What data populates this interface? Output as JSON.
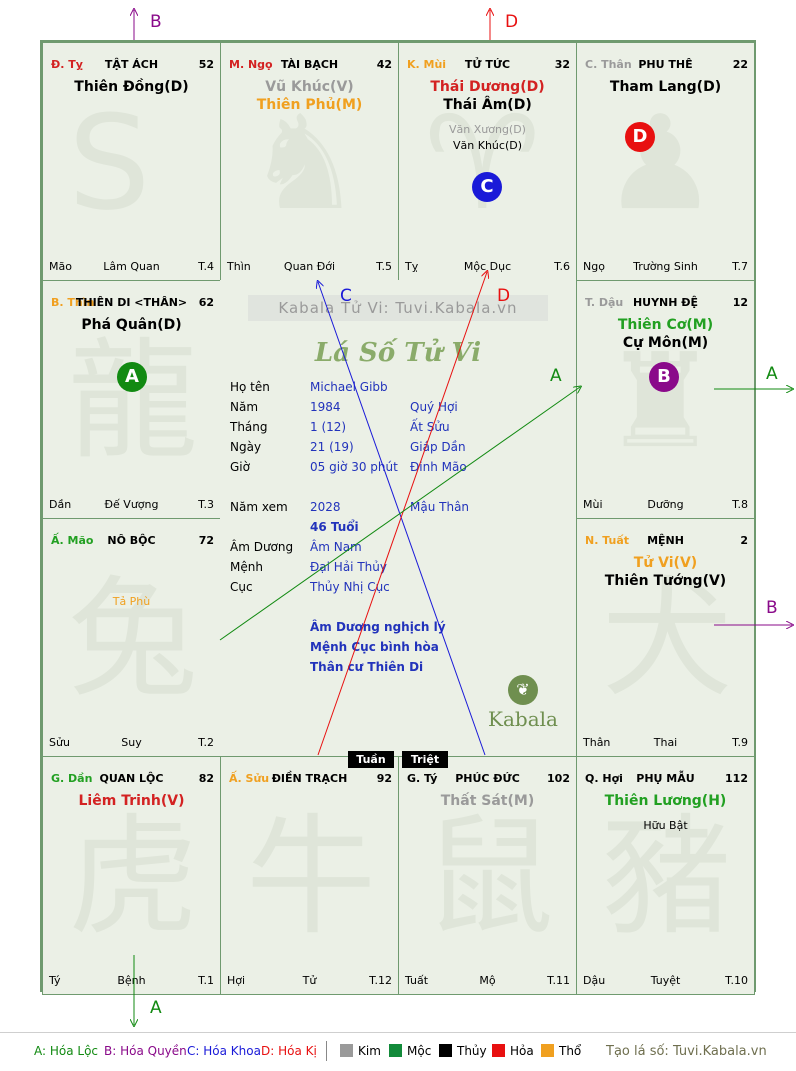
{
  "palaces": [
    {
      "branch": "Đ. Tỵ",
      "branch_color": "#d32222",
      "name": "TẬT ÁCH",
      "num": "52",
      "col": 0,
      "row": 0,
      "stars": [
        {
          "t": "Thiên Đồng(D)",
          "c": "#000",
          "k": "main"
        }
      ],
      "foot": [
        "Mão",
        "Lâm Quan",
        "T.4"
      ],
      "ghost": "S"
    },
    {
      "branch": "M. Ngọ",
      "branch_color": "#d32222",
      "name": "TÀI BẠCH",
      "num": "42",
      "col": 1,
      "row": 0,
      "stars": [
        {
          "t": "Vũ Khúc(V)",
          "c": "#9a9a9a",
          "k": "main"
        },
        {
          "t": "Thiên Phủ(M)",
          "c": "#f0a020",
          "k": "main"
        }
      ],
      "foot": [
        "Thìn",
        "Quan Đới",
        "T.5"
      ],
      "ghost": "♞"
    },
    {
      "branch": "K. Mùi",
      "branch_color": "#f0a020",
      "name": "TỬ TỨC",
      "num": "32",
      "col": 2,
      "row": 0,
      "stars": [
        {
          "t": "Thái Dương(D)",
          "c": "#d32222",
          "k": "main"
        },
        {
          "t": "Thái Âm(D)",
          "c": "#000",
          "k": "main"
        },
        {
          "t": "Văn Xương(D)",
          "c": "#9a9a9a",
          "k": "minor"
        },
        {
          "t": "Văn Khúc(D)",
          "c": "#000",
          "k": "minor"
        }
      ],
      "foot": [
        "Tỵ",
        "Mộc Dục",
        "T.6"
      ],
      "ghost": "♈"
    },
    {
      "branch": "C. Thân",
      "branch_color": "#9a9a9a",
      "name": "PHU THÊ",
      "num": "22",
      "col": 3,
      "row": 0,
      "stars": [
        {
          "t": "Tham Lang(D)",
          "c": "#000",
          "k": "main"
        }
      ],
      "foot": [
        "Ngọ",
        "Trường Sinh",
        "T.7"
      ],
      "ghost": "♟"
    },
    {
      "branch": "B. Thìn",
      "branch_color": "#f0a020",
      "name": "THIÊN DI <THÂN>",
      "num": "62",
      "col": 0,
      "row": 1,
      "stars": [
        {
          "t": "Phá Quân(D)",
          "c": "#000",
          "k": "main"
        }
      ],
      "foot": [
        "Dần",
        "Đế Vượng",
        "T.3"
      ],
      "ghost": "龍"
    },
    {
      "branch": "T. Dậu",
      "branch_color": "#9a9a9a",
      "name": "HUYNH ĐỆ",
      "num": "12",
      "col": 3,
      "row": 1,
      "stars": [
        {
          "t": "Thiên Cơ(M)",
          "c": "#22a022",
          "k": "main"
        },
        {
          "t": "Cự Môn(M)",
          "c": "#000",
          "k": "main"
        }
      ],
      "foot": [
        "Mùi",
        "Dưỡng",
        "T.8"
      ],
      "ghost": "♜"
    },
    {
      "branch": "Ấ. Mão",
      "branch_color": "#22a022",
      "name": "NÔ BỘC",
      "num": "72",
      "col": 0,
      "row": 2,
      "stars": [
        {
          "t": "Tả Phù",
          "c": "#f0a020",
          "k": "minor"
        }
      ],
      "foot": [
        "Sửu",
        "Suy",
        "T.2"
      ],
      "ghost": "兔"
    },
    {
      "branch": "N. Tuất",
      "branch_color": "#f0a020",
      "name": "MỆNH",
      "num": "2",
      "col": 3,
      "row": 2,
      "stars": [
        {
          "t": "Tử Vi(V)",
          "c": "#f0a020",
          "k": "main"
        },
        {
          "t": "Thiên Tướng(V)",
          "c": "#000",
          "k": "main"
        }
      ],
      "foot": [
        "Thân",
        "Thai",
        "T.9"
      ],
      "ghost": "犬"
    },
    {
      "branch": "G. Dần",
      "branch_color": "#22a022",
      "name": "QUAN LỘC",
      "num": "82",
      "col": 0,
      "row": 3,
      "stars": [
        {
          "t": "Liêm Trinh(V)",
          "c": "#d32222",
          "k": "main"
        }
      ],
      "foot": [
        "Tý",
        "Bệnh",
        "T.1"
      ],
      "ghost": "虎"
    },
    {
      "branch": "Ấ. Sửu",
      "branch_color": "#f0a020",
      "name": "ĐIỀN TRẠCH",
      "num": "92",
      "col": 1,
      "row": 3,
      "stars": [],
      "foot": [
        "Hợi",
        "Tử",
        "T.12"
      ],
      "ghost": "牛"
    },
    {
      "branch": "G. Tý",
      "branch_color": "#000",
      "name": "PHÚC ĐỨC",
      "num": "102",
      "col": 2,
      "row": 3,
      "stars": [
        {
          "t": "Thất Sát(M)",
          "c": "#9a9a9a",
          "k": "main"
        }
      ],
      "foot": [
        "Tuất",
        "Mộ",
        "T.11"
      ],
      "ghost": "鼠"
    },
    {
      "branch": "Q. Hợi",
      "branch_color": "#000",
      "name": "PHỤ MẪU",
      "num": "112",
      "col": 3,
      "row": 3,
      "stars": [
        {
          "t": "Thiên Lương(H)",
          "c": "#22a022",
          "k": "main"
        },
        {
          "t": "Hữu Bật",
          "c": "#000",
          "k": "minor"
        }
      ],
      "foot": [
        "Dậu",
        "Tuyệt",
        "T.10"
      ],
      "ghost": "豬"
    }
  ],
  "circles": [
    {
      "letter": "D",
      "color": "#e81010",
      "palace": 3
    },
    {
      "letter": "C",
      "color": "#1a1ad8",
      "palace": 2
    },
    {
      "letter": "A",
      "color": "#128a12",
      "palace": 4
    },
    {
      "letter": "B",
      "color": "#8a0a8a",
      "palace": 5
    }
  ],
  "center": {
    "watermark": "Kabala Tử Vi: Tuvi.Kabala.vn",
    "title": "Lá Số Tử Vi",
    "name_label": "Họ tên",
    "name_value": "Michael Gibb",
    "year_label": "Năm",
    "year_value": "1984",
    "year_cc": "Quý Hợi",
    "month_label": "Tháng",
    "month_value": "1  (12)",
    "month_cc": "Ất Sửu",
    "day_label": "Ngày",
    "day_value": "21  (19)",
    "day_cc": "Giáp Dần",
    "hour_label": "Giờ",
    "hour_value": "05 giờ 30 phút",
    "hour_cc": "Đinh Mão",
    "viewyear_label": "Năm xem",
    "viewyear_value": "2028",
    "viewyear_cc": "Mậu Thân",
    "age": "46 Tuổi",
    "amduong_label": "Âm Dương",
    "amduong_value": "Âm Nam",
    "menh_label": "Mệnh",
    "menh_value": "Đại Hải Thủy",
    "cuc_label": "Cục",
    "cuc_value": "Thủy Nhị Cục",
    "note1": "Âm Dương nghịch lý",
    "note2": "Mệnh Cục bình hòa",
    "note3": "Thân cư Thiên Di",
    "logo_text": "Kabala",
    "tuan": "Tuần",
    "triet": "Triệt"
  },
  "outer_labels": {
    "top_b": "B",
    "top_d": "D",
    "right_a": "A",
    "right_b": "B",
    "bottom_a": "A",
    "line_c": "C",
    "line_d": "D",
    "line_a": "A"
  },
  "legend": {
    "a": "A: Hóa Lộc",
    "b": "B: Hóa Quyền",
    "c": "C: Hóa Khoa",
    "d": "D: Hóa Kị",
    "kim": "Kim",
    "moc": "Mộc",
    "thuy": "Thủy",
    "hoa": "Hỏa",
    "tho": "Thổ",
    "site": "Tạo lá số: Tuvi.Kabala.vn",
    "colors": {
      "kim": "#9a9a9a",
      "moc": "#128a3a",
      "thuy": "#000000",
      "hoa": "#e81010",
      "tho": "#f0a020"
    }
  }
}
